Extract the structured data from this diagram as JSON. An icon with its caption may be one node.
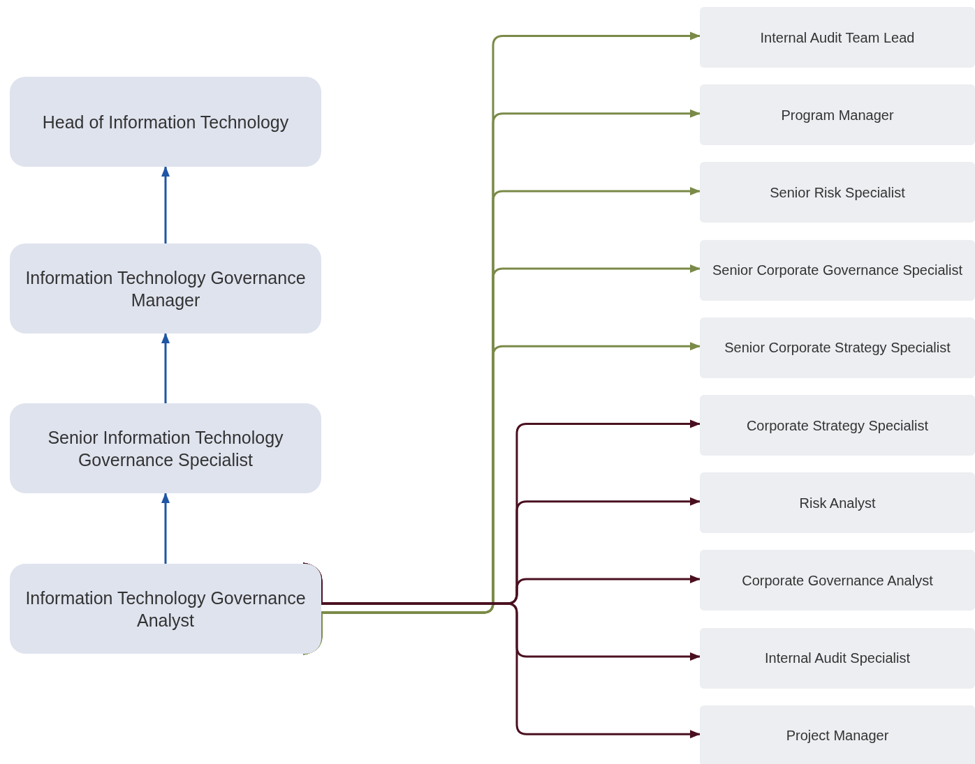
{
  "diagram": {
    "nodes": [
      {
        "text": [
          "Head of Information Technology"
        ]
      },
      {
        "text": [
          "Information Technology Governance Manager"
        ]
      },
      {
        "text": [
          "Senior Information Technology Governance Specialist"
        ]
      },
      {
        "text": [
          "Information Technology Governance Analyst"
        ]
      },
      {
        "text": [
          "Internal Audit Team Lead"
        ]
      },
      {
        "text": [
          "Program Manager"
        ]
      },
      {
        "text": [
          "Senior Risk Specialist"
        ]
      },
      {
        "text": [
          "Senior Corporate Governance Specialist"
        ]
      },
      {
        "text": [
          "Senior Corporate Strategy Specialist"
        ]
      },
      {
        "text": [
          "Corporate Strategy Specialist"
        ]
      },
      {
        "text": [
          "Risk Analyst"
        ]
      },
      {
        "text": [
          "Corporate Governance Analyst"
        ]
      },
      {
        "text": [
          "Internal Audit Specialist"
        ]
      },
      {
        "text": [
          "Project Manager"
        ]
      }
    ],
    "edges": [
      {
        "from": 1,
        "to": 0,
        "arrow": "to",
        "color": "#1f55a5"
      },
      {
        "from": 2,
        "to": 1,
        "arrow": "to",
        "color": "#1f55a5"
      },
      {
        "from": 3,
        "to": 2,
        "arrow": "to",
        "color": "#1f55a5"
      },
      {
        "from": 3,
        "to": 4,
        "arrow": "to",
        "color": "#7a8a48"
      },
      {
        "from": 3,
        "to": 5,
        "arrow": "to",
        "color": "#7a8a48"
      },
      {
        "from": 3,
        "to": 6,
        "arrow": "to",
        "color": "#7a8a48"
      },
      {
        "from": 3,
        "to": 7,
        "arrow": "to",
        "color": "#7a8a48"
      },
      {
        "from": 3,
        "to": 8,
        "arrow": "to",
        "color": "#7a8a48"
      },
      {
        "from": 3,
        "to": 9,
        "arrow": "to",
        "color": "#4a1020"
      },
      {
        "from": 3,
        "to": 10,
        "arrow": "to",
        "color": "#4a1020"
      },
      {
        "from": 3,
        "to": 11,
        "arrow": "to",
        "color": "#4a1020"
      },
      {
        "from": 3,
        "to": 12,
        "arrow": "to",
        "color": "#4a1020"
      },
      {
        "from": 3,
        "to": 13,
        "arrow": "to",
        "color": "#4a1020"
      }
    ]
  }
}
